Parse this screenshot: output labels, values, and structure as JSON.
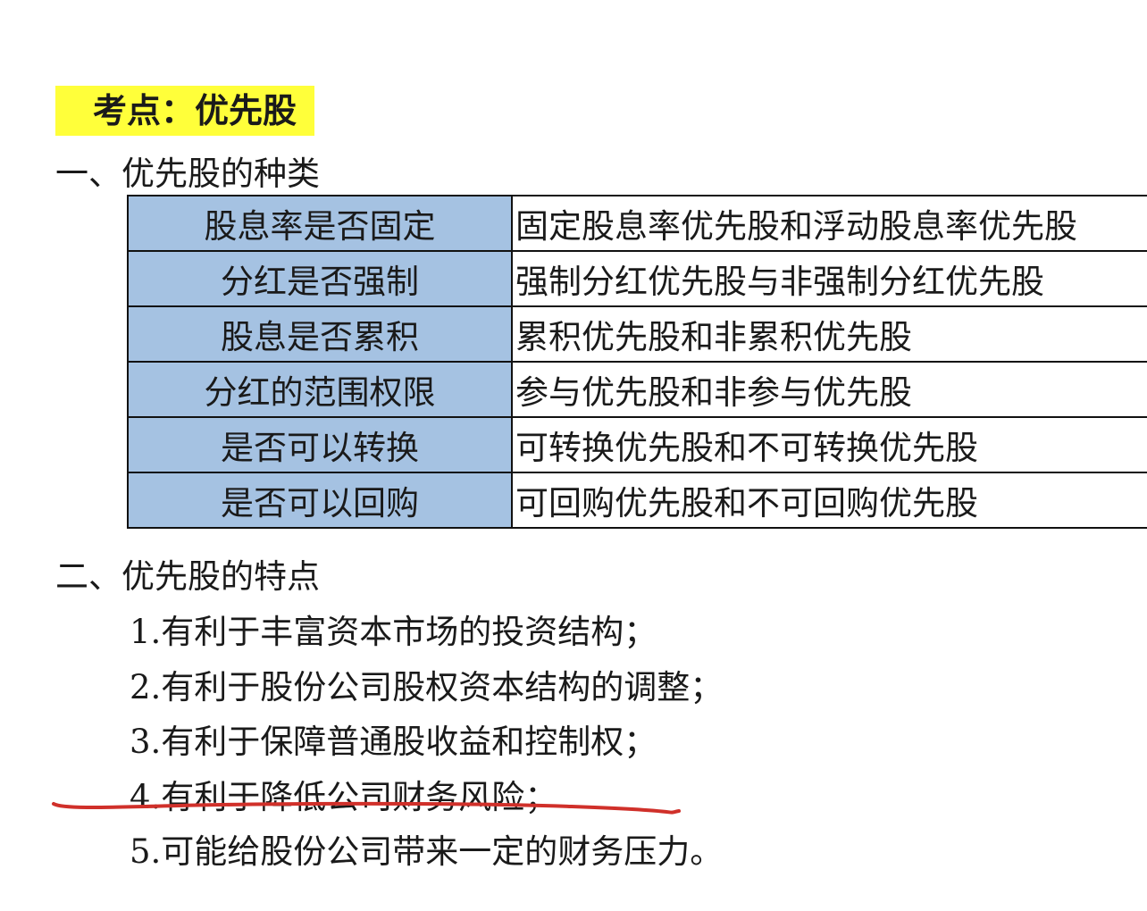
{
  "title": "考点：优先股",
  "section1": "一、优先股的种类",
  "table": [
    {
      "k": "股息率是否固定",
      "v": "固定股息率优先股和浮动股息率优先股"
    },
    {
      "k": "分红是否强制",
      "v": "强制分红优先股与非强制分红优先股"
    },
    {
      "k": "股息是否累积",
      "v": "累积优先股和非累积优先股"
    },
    {
      "k": "分红的范围权限",
      "v": "参与优先股和非参与优先股"
    },
    {
      "k": "是否可以转换",
      "v": "可转换优先股和不可转换优先股"
    },
    {
      "k": "是否可以回购",
      "v": "可回购优先股和不可回购优先股"
    }
  ],
  "section2": "二、优先股的特点",
  "items": [
    "1.有利于丰富资本市场的投资结构；",
    "2.有利于股份公司股权资本结构的调整；",
    "3.有利于保障普通股收益和控制权；",
    "4.有利于降低公司财务风险；",
    "5.可能给股份公司带来一定的财务压力。"
  ],
  "colors": {
    "highlight": "#ffff3a",
    "cell": "#a5c2e2",
    "annotation": "#d0302a"
  }
}
